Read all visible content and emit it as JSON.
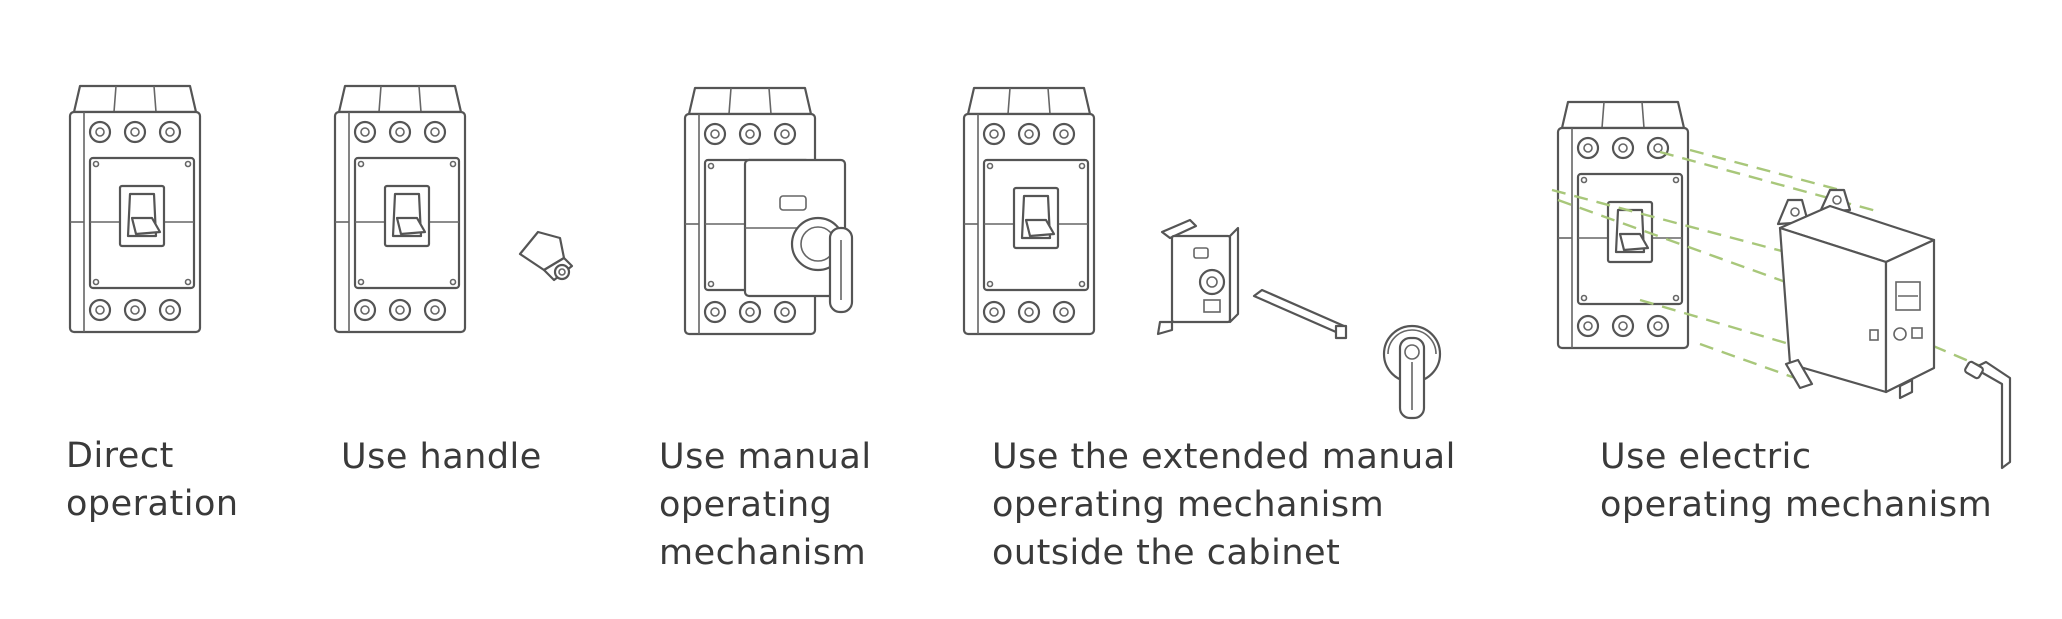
{
  "options": [
    {
      "id": "direct",
      "caption": [
        "Direct",
        "operation"
      ]
    },
    {
      "id": "handle",
      "caption": [
        "Use handle"
      ]
    },
    {
      "id": "manual",
      "caption": [
        "Use manual",
        "operating",
        "mechanism"
      ]
    },
    {
      "id": "extended",
      "caption": [
        "Use the extended  manual",
        "operating  mechanism",
        "outside  the cabinet"
      ]
    },
    {
      "id": "electric",
      "caption": [
        "Use electric",
        "operating mechanism"
      ]
    }
  ],
  "colors": {
    "stroke": "#555555",
    "text": "#3a3a3a",
    "guide_dash": "#a8c77a"
  }
}
